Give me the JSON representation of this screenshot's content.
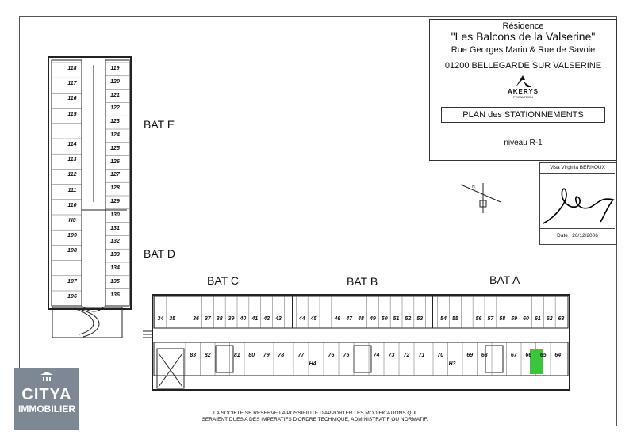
{
  "title": {
    "line1": "Résidence",
    "line2": "\"Les Balcons de la Valserine\"",
    "line3": "Rue Georges Marin & Rue de Savoie",
    "line4": "01200 BELLEGARDE SUR VALSERINE",
    "brand": "AKERYS",
    "brand_sub": "PROMOTION",
    "plan": "PLAN des STATIONNEMENTS",
    "level": "niveau R-1"
  },
  "visa": {
    "label": "Visa  Virginia BERNOUX",
    "date": "Date : 26/12/2006"
  },
  "buildings": {
    "bat_e": "BAT E",
    "bat_d": "BAT D",
    "bat_c": "BAT C",
    "bat_b": "BAT B",
    "bat_a": "BAT A"
  },
  "vertical_left": [
    "118",
    "117",
    "116",
    "115",
    "",
    "114",
    "113",
    "112",
    "111",
    "110",
    "H8",
    "109",
    "108",
    "",
    "107",
    "106"
  ],
  "vertical_right": [
    "119",
    "120",
    "121",
    "122",
    "123",
    "124",
    "125",
    "126",
    "127",
    "128",
    "129",
    "130",
    "131",
    "132",
    "133",
    "134",
    "135",
    "136"
  ],
  "horizontal_top": [
    "34",
    "35",
    "",
    "36",
    "37",
    "38",
    "39",
    "40",
    "41",
    "42",
    "43",
    "",
    "44",
    "45",
    "",
    "46",
    "47",
    "48",
    "49",
    "50",
    "51",
    "52",
    "53",
    "",
    "54",
    "55",
    "",
    "56",
    "57",
    "58",
    "59",
    "60",
    "61",
    "62",
    "63"
  ],
  "bottom_c": [
    "83",
    "82",
    "",
    "81",
    "80",
    "79",
    "78"
  ],
  "bottom_b": [
    "77",
    "",
    "76",
    "75",
    "",
    "74",
    "73",
    "72",
    "71"
  ],
  "bottom_a": [
    "70",
    "",
    "69",
    "68",
    "",
    "67",
    "66",
    "65",
    "64"
  ],
  "h_labels": [
    "H4",
    "H3"
  ],
  "highlight_spot": "66",
  "footnote": {
    "line1": "LA SOCIETE SE RESERVE LA POSSIBILITE D'APPORTER LES MODIFICATIONS QUI",
    "line2": "SERAIENT DUES A DES IMPERATIFS D'ORDRE TECHNIQUE, ADMINISTRATIF OU NORMATIF."
  },
  "logo": {
    "name": "CITYA",
    "sub": "IMMOBILIER"
  },
  "colors": {
    "highlight": "#3cc43c",
    "logo_bg": "#7d8894"
  }
}
